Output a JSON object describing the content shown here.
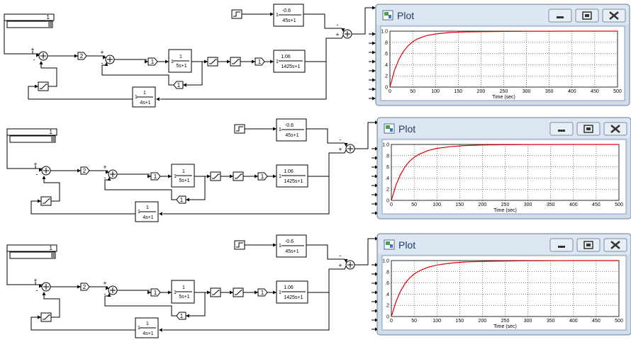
{
  "diagram": {
    "display_value": "1",
    "display_value2": "1",
    "gain_block": "2",
    "sat_gain": "1",
    "feedback_gain": "1",
    "filter_num": "1",
    "filter_den": "5s+1",
    "setpoint_num": "-0.6",
    "setpoint_den": "45s+1",
    "plant_num": "1.06",
    "plant_den": "1425s+1",
    "sensor_num": "1",
    "sensor_den": "4s+1",
    "input_gain": "1",
    "sign_plus": "+",
    "sign_minus": "-"
  },
  "plot_window": {
    "title": "Plot",
    "minimize_icon": "minimize-icon",
    "maximize_icon": "maximize-icon",
    "close_icon": "close-icon"
  },
  "chart_data": [
    {
      "type": "line",
      "title": "",
      "xlabel": "Time (sec)",
      "ylabel": "",
      "xlim": [
        0,
        500
      ],
      "ylim": [
        0,
        1.0
      ],
      "x_ticks": [
        "0",
        "50",
        "100",
        "150",
        "200",
        "250",
        "300",
        "350",
        "400",
        "450",
        "500"
      ],
      "y_ticks": [
        "0",
        ".2",
        ".4",
        ".6",
        ".8",
        "1.0"
      ],
      "grid": true,
      "series": [
        {
          "color": "#e00000",
          "x": [
            0,
            10,
            20,
            30,
            40,
            50,
            60,
            80,
            100,
            130,
            160,
            200,
            250,
            300,
            350,
            400,
            450,
            500
          ],
          "y": [
            0,
            0.3,
            0.5,
            0.64,
            0.74,
            0.81,
            0.86,
            0.92,
            0.95,
            0.975,
            0.985,
            0.99,
            0.995,
            0.998,
            0.999,
            1.0,
            1.0,
            1.0
          ]
        }
      ]
    },
    {
      "type": "line",
      "title": "",
      "xlabel": "Time (sec)",
      "ylabel": "",
      "xlim": [
        0,
        500
      ],
      "ylim": [
        0,
        1.0
      ],
      "x_ticks": [
        "0",
        "50",
        "100",
        "150",
        "200",
        "250",
        "300",
        "350",
        "400",
        "450",
        "500"
      ],
      "y_ticks": [
        "0",
        ".2",
        ".4",
        ".6",
        ".8",
        "1.0"
      ],
      "grid": true,
      "series": [
        {
          "color": "#e00000",
          "x": [
            0,
            10,
            20,
            30,
            40,
            50,
            60,
            80,
            100,
            130,
            160,
            200,
            250,
            300,
            350,
            400,
            450,
            500
          ],
          "y": [
            0,
            0.27,
            0.46,
            0.6,
            0.7,
            0.77,
            0.82,
            0.89,
            0.93,
            0.96,
            0.98,
            0.99,
            0.995,
            0.998,
            0.999,
            1.0,
            1.0,
            1.0
          ]
        }
      ]
    },
    {
      "type": "line",
      "title": "",
      "xlabel": "Time (sec)",
      "ylabel": "",
      "xlim": [
        0,
        500
      ],
      "ylim": [
        0,
        1.0
      ],
      "x_ticks": [
        "0",
        "50",
        "100",
        "150",
        "200",
        "250",
        "300",
        "350",
        "400",
        "450",
        "500"
      ],
      "y_ticks": [
        "0",
        ".2",
        ".4",
        ".6",
        ".8",
        "1.0"
      ],
      "grid": true,
      "series": [
        {
          "color": "#e00000",
          "x": [
            0,
            10,
            20,
            30,
            40,
            50,
            60,
            80,
            100,
            130,
            160,
            200,
            250,
            300,
            350,
            400,
            450,
            500
          ],
          "y": [
            0,
            0.26,
            0.45,
            0.59,
            0.69,
            0.76,
            0.81,
            0.88,
            0.92,
            0.955,
            0.975,
            0.985,
            0.992,
            0.996,
            0.998,
            1.0,
            1.0,
            1.0
          ]
        }
      ]
    }
  ]
}
